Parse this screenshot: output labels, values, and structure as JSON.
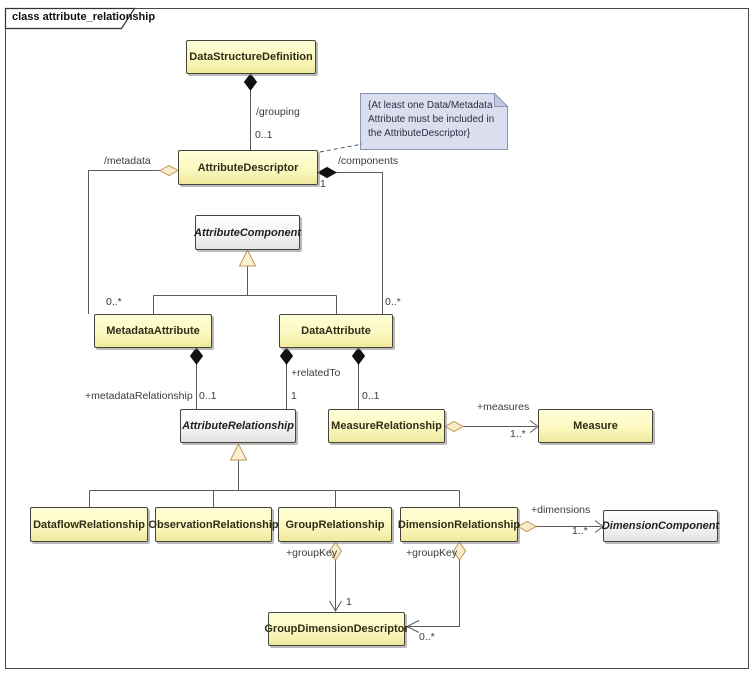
{
  "diagram": {
    "title": "class attribute_relationship"
  },
  "note": {
    "text": "{At least one Data/Metadata Attribute must be included in the AttributeDescriptor}"
  },
  "classes": {
    "dsd": {
      "label": "DataStructureDefinition",
      "abstract": false
    },
    "attributeDescriptor": {
      "label": "AttributeDescriptor",
      "abstract": false
    },
    "attributeComponent": {
      "label": "AttributeComponent",
      "abstract": true
    },
    "metadataAttribute": {
      "label": "MetadataAttribute",
      "abstract": false
    },
    "dataAttribute": {
      "label": "DataAttribute",
      "abstract": false
    },
    "attributeRelationship": {
      "label": "AttributeRelationship",
      "abstract": true
    },
    "measureRelationship": {
      "label": "MeasureRelationship",
      "abstract": false
    },
    "measure": {
      "label": "Measure",
      "abstract": false
    },
    "dataflowRelationship": {
      "label": "DataflowRelationship",
      "abstract": false
    },
    "observationRelationship": {
      "label": "ObservationRelationship",
      "abstract": false
    },
    "groupRelationship": {
      "label": "GroupRelationship",
      "abstract": false
    },
    "dimensionRelationship": {
      "label": "DimensionRelationship",
      "abstract": false
    },
    "dimensionComponent": {
      "label": "DimensionComponent",
      "abstract": true
    },
    "groupDimensionDescriptor": {
      "label": "GroupDimensionDescriptor",
      "abstract": false
    }
  },
  "labels": {
    "grouping": "/grouping",
    "grouping_mult": "0..1",
    "metadata": "/metadata",
    "metadata_mult": "0..*",
    "components": "/components",
    "components_src_mult": "1",
    "components_mult": "0..*",
    "metadataRelationship": "+metadataRelationship",
    "metadataRelationship_mult": "0..1",
    "relatedTo": "+relatedTo",
    "relatedTo_mult": "1",
    "measureRelationship_mult": "0..1",
    "measures": "+measures",
    "measures_mult": "1..*",
    "groupKey_left": "+groupKey",
    "groupKey_left_mult": "1",
    "groupKey_right": "+groupKey",
    "groupKey_right_mult": "0..*",
    "dimensions": "+dimensions",
    "dimensions_mult": "1..*"
  },
  "colors": {
    "class_fill_top": "#ffffd8",
    "class_fill_bottom": "#efe99c",
    "abstract_fill": "#ffffff",
    "border": "#45453b",
    "line": "#5a5a5a",
    "composition_diamond": "#111111",
    "aggregation_diamond_fill": "#f9ecca",
    "aggregation_diamond_stroke": "#bf9655",
    "note_fill": "#dbdeee",
    "note_stroke": "#8d93b5",
    "background": "#ffffff"
  }
}
